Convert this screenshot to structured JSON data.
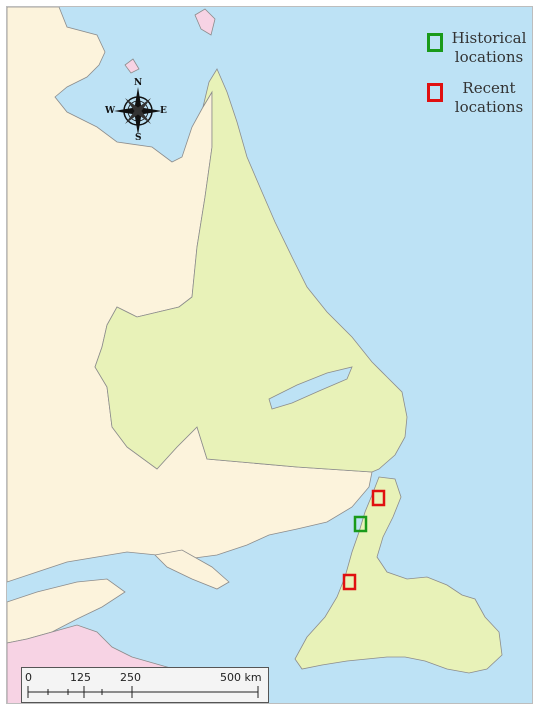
{
  "legend": [
    {
      "id": "historical",
      "label_line1": "Historical",
      "label_line2": "locations",
      "color": "#1a9a1a"
    },
    {
      "id": "recent",
      "label_line1": "Recent",
      "label_line2": "locations",
      "color": "#e01010"
    }
  ],
  "compass": {
    "n": "N",
    "e": "E",
    "s": "S",
    "w": "W"
  },
  "scale_bar": {
    "ticks": [
      "0",
      "125",
      "250",
      "500 km"
    ]
  },
  "colors": {
    "water": "#bde2f5",
    "newfoundland_labrador": "#e8f2b8",
    "quebec": "#fcf3dc",
    "nova_scotia_nb": "#f7d3e4",
    "coast": "#8c8c8c"
  },
  "markers": [
    {
      "type": "recent"
    },
    {
      "type": "historical"
    },
    {
      "type": "recent"
    }
  ]
}
